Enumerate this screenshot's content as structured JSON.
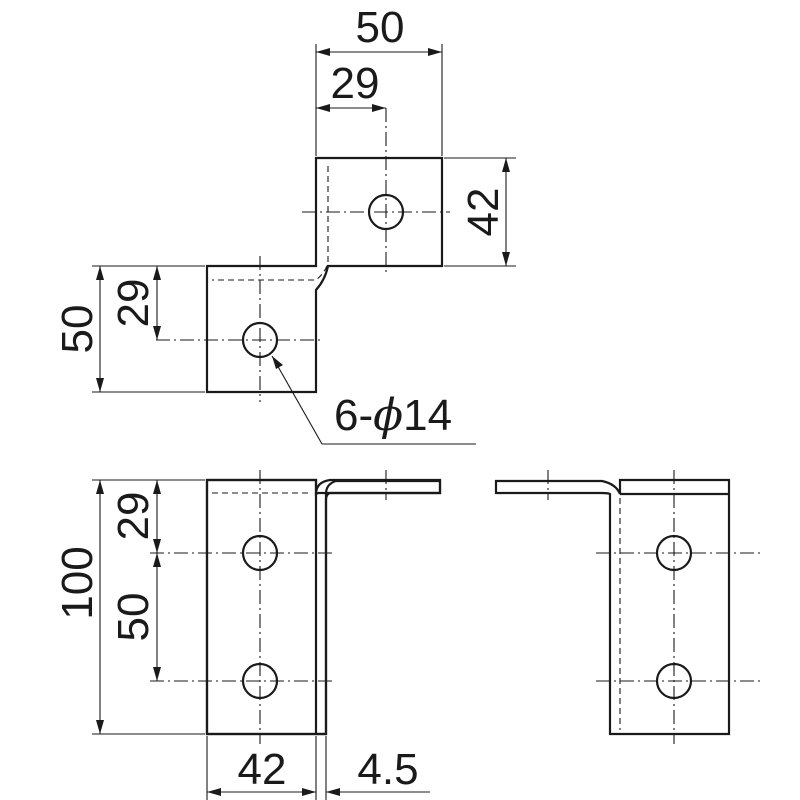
{
  "top_view": {
    "dim_width_total": "50",
    "dim_width_hole": "29",
    "dim_height_upper": "42",
    "dim_height_lower": "50",
    "dim_hole_offset": "29",
    "hole_callout_prefix": "6-",
    "hole_callout_symbol": "ϕ",
    "hole_callout_value": "14"
  },
  "front_view": {
    "dim_height_total": "100",
    "dim_hole_top": "29",
    "dim_hole_pitch": "50",
    "dim_width": "42",
    "dim_thickness": "4.5"
  },
  "side_view": {}
}
